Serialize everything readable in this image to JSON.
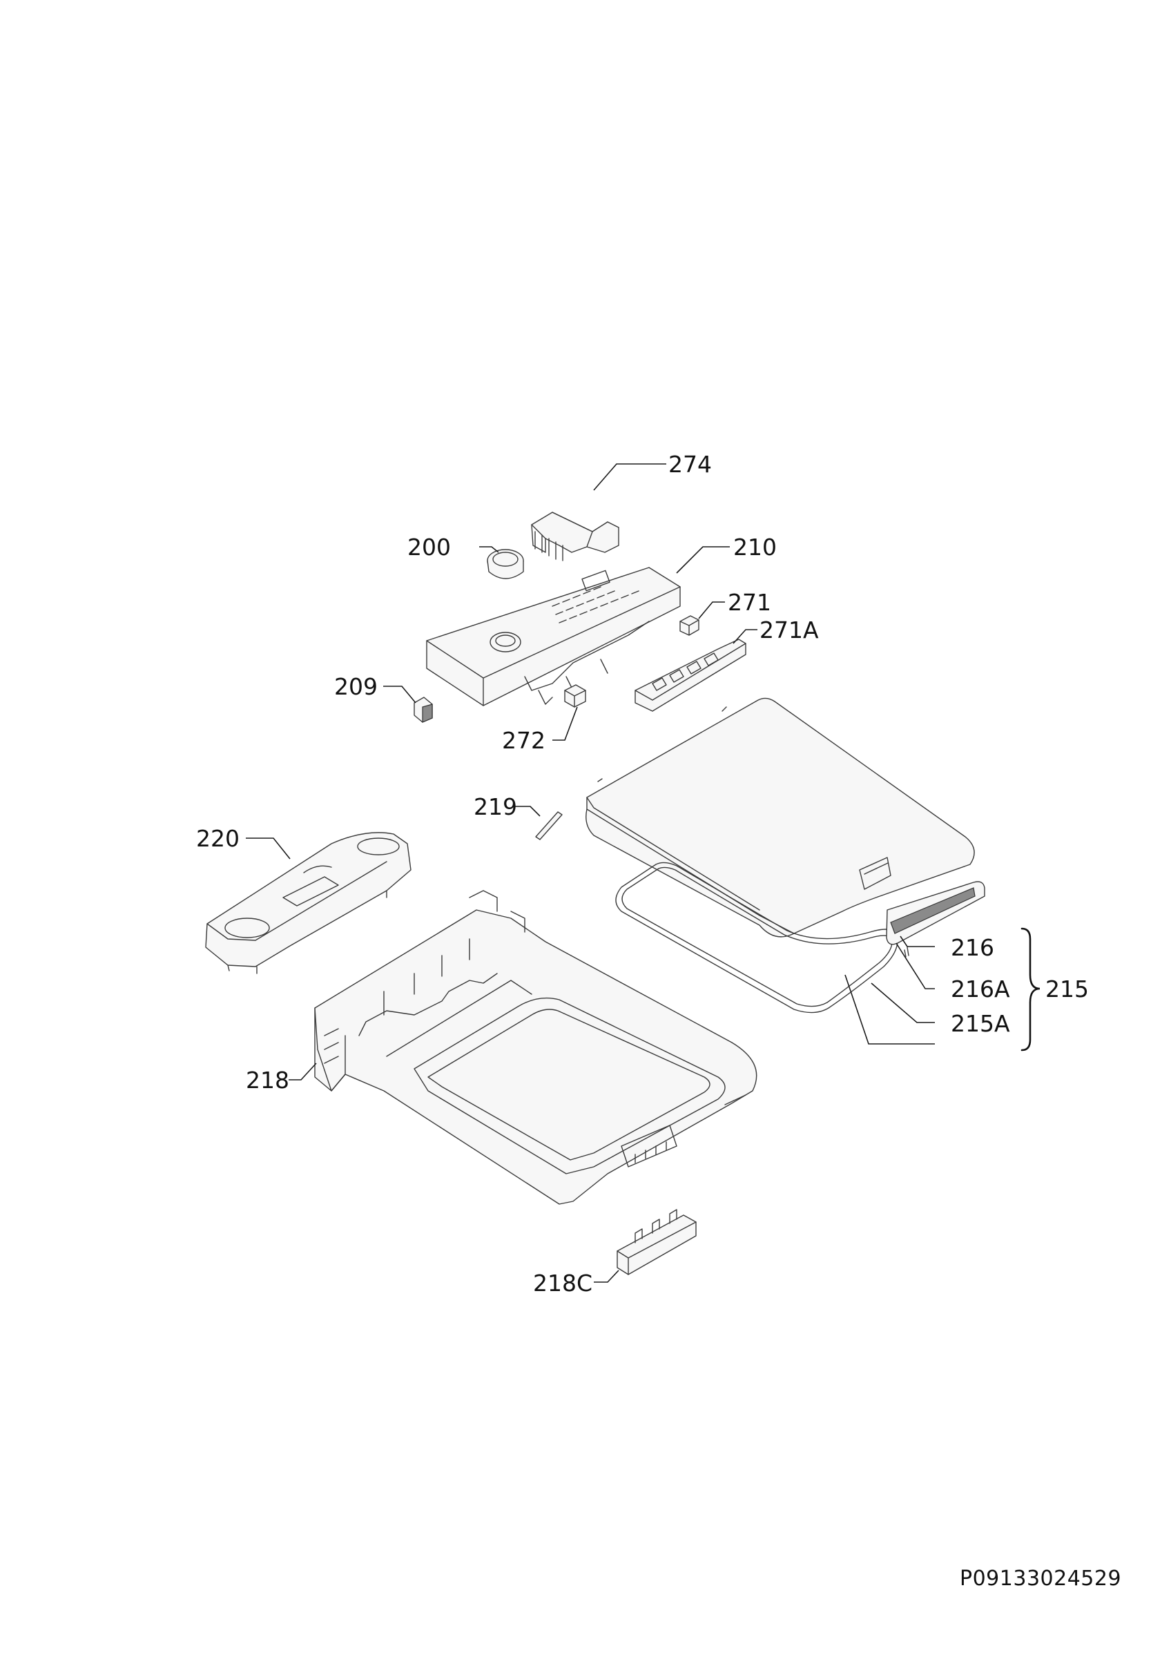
{
  "callouts": {
    "c274": "274",
    "c200": "200",
    "c210": "210",
    "c271": "271",
    "c271a": "271A",
    "c209": "209",
    "c272": "272",
    "c219": "219",
    "c220": "220",
    "c216": "216",
    "c216a": "216A",
    "c215": "215",
    "c215a": "215A",
    "c218": "218",
    "c218c": "218C"
  },
  "document_id": "P09133024529"
}
